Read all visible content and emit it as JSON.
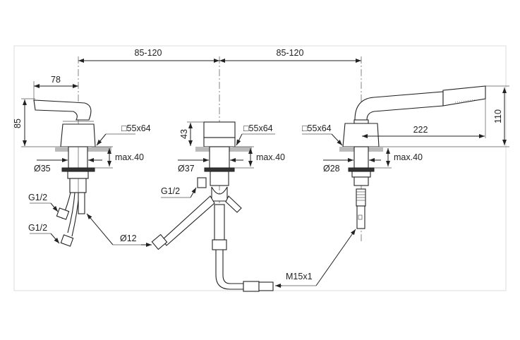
{
  "drawing": {
    "spacing_left": "85-120",
    "spacing_right": "85-120",
    "left_unit": {
      "handle_reach": "78",
      "height": "85",
      "base_size": "□55x64",
      "deck_thickness": "max.40",
      "diameter": "Ø35",
      "connection_1": "G1/2",
      "connection_2": "G1/2",
      "pipe_diameter": "Ø12"
    },
    "middle_unit": {
      "height": "43",
      "base_size": "□55x64",
      "deck_thickness": "max.40",
      "diameter": "Ø37",
      "connection": "G1/2"
    },
    "right_unit": {
      "base_size": "□55x64",
      "deck_thickness": "max.40",
      "diameter": "Ø28",
      "shower_reach": "222",
      "shower_height": "110",
      "hose_thread": "M15x1"
    }
  }
}
